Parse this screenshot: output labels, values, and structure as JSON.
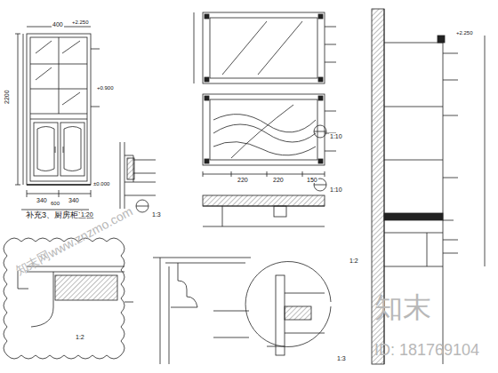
{
  "diagram": {
    "labels": [
      "2200",
      "400",
      "+2.250",
      "+0.900",
      "±0.000",
      "340",
      "340",
      "600",
      "补充3、厨房柜立面",
      "1:20",
      "1:3",
      "1:10",
      "1:10",
      "220",
      "220",
      "150",
      "1:2",
      "1:2",
      "1:3",
      "+2.250",
      "知末",
      "ID: 181769104",
      "知末网www.znzmo.com"
    ]
  }
}
